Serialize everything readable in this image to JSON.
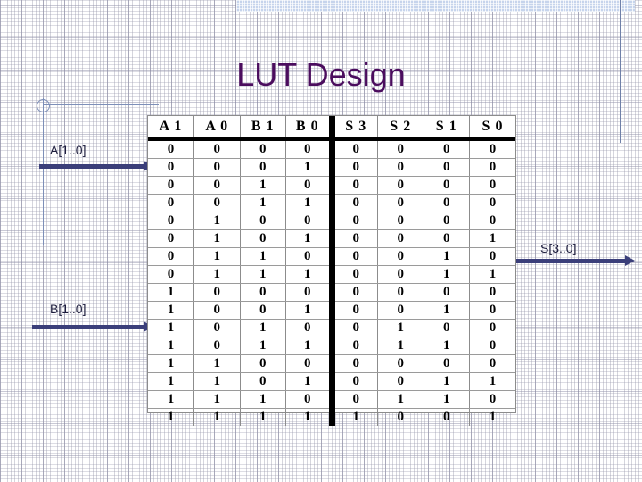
{
  "slide": {
    "title": "LUT Design",
    "title_color": "#4b0d5e",
    "background_color": "#ffffff",
    "accent_color": "#3b3f7a",
    "guide_color": "#7d8fb8",
    "band_color": "#c6d4ec"
  },
  "io": {
    "input_a_label": "A[1..0]",
    "input_b_label": "B[1..0]",
    "output_label": "S[3..0]",
    "arrow_a_name": "input-a-arrow",
    "arrow_b_name": "input-b-arrow",
    "arrow_s_name": "output-s-arrow"
  },
  "table": {
    "headers": [
      "A 1",
      "A 0",
      "B 1",
      "B 0",
      "S 3",
      "S 2",
      "S 1",
      "S 0"
    ],
    "input_columns": 4,
    "output_columns": 4,
    "rows": [
      [
        "0",
        "0",
        "0",
        "0",
        "0",
        "0",
        "0",
        "0"
      ],
      [
        "0",
        "0",
        "0",
        "1",
        "0",
        "0",
        "0",
        "0"
      ],
      [
        "0",
        "0",
        "1",
        "0",
        "0",
        "0",
        "0",
        "0"
      ],
      [
        "0",
        "0",
        "1",
        "1",
        "0",
        "0",
        "0",
        "0"
      ],
      [
        "0",
        "1",
        "0",
        "0",
        "0",
        "0",
        "0",
        "0"
      ],
      [
        "0",
        "1",
        "0",
        "1",
        "0",
        "0",
        "0",
        "1"
      ],
      [
        "0",
        "1",
        "1",
        "0",
        "0",
        "0",
        "1",
        "0"
      ],
      [
        "0",
        "1",
        "1",
        "1",
        "0",
        "0",
        "1",
        "1"
      ],
      [
        "1",
        "0",
        "0",
        "0",
        "0",
        "0",
        "0",
        "0"
      ],
      [
        "1",
        "0",
        "0",
        "1",
        "0",
        "0",
        "1",
        "0"
      ],
      [
        "1",
        "0",
        "1",
        "0",
        "0",
        "1",
        "0",
        "0"
      ],
      [
        "1",
        "0",
        "1",
        "1",
        "0",
        "1",
        "1",
        "0"
      ],
      [
        "1",
        "1",
        "0",
        "0",
        "0",
        "0",
        "0",
        "0"
      ],
      [
        "1",
        "1",
        "0",
        "1",
        "0",
        "0",
        "1",
        "1"
      ],
      [
        "1",
        "1",
        "1",
        "0",
        "0",
        "1",
        "1",
        "0"
      ],
      [
        "1",
        "1",
        "1",
        "1",
        "1",
        "0",
        "0",
        "1"
      ]
    ]
  }
}
